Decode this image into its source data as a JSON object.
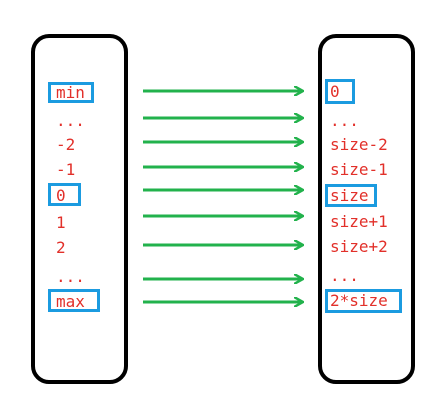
{
  "colors": {
    "text": "#e2302a",
    "highlight_border": "#1b9be0",
    "arrow": "#22b24c",
    "column_border": "#000000"
  },
  "left_column": {
    "items": [
      "min",
      "...",
      "-2",
      "-1",
      "0",
      "1",
      "2",
      "...",
      "max"
    ]
  },
  "right_column": {
    "items": [
      "0",
      "...",
      "size-2",
      "size-1",
      "size",
      "size+1",
      "size+2",
      "...",
      "2*size"
    ]
  },
  "highlighted_items": [
    "min",
    "0",
    "max"
  ],
  "highlighted_right_items": [
    "0",
    "size",
    "2*size"
  ],
  "arrow_icon": "right-arrow-icon"
}
